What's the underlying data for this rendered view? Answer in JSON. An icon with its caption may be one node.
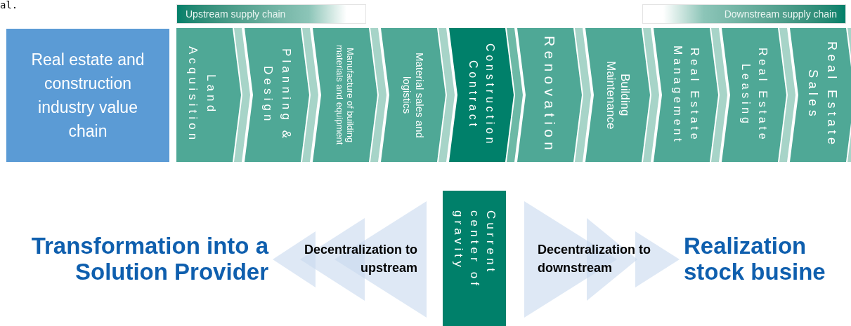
{
  "diagram": {
    "nodes": [
      {
        "text": [
          "Real estate and construction industry value chain"
        ]
      },
      {
        "text": [
          "Upstream supply chain"
        ]
      },
      {
        "text": [
          "Downstream supply chain"
        ]
      },
      {
        "text": [
          "Land Acquisition"
        ]
      },
      {
        "text": [
          "Planning & Design"
        ]
      },
      {
        "text": [
          "Manufacture of building materials and equipment"
        ]
      },
      {
        "text": [
          "Material sales and logistics"
        ]
      },
      {
        "text": [
          "Construction Contract"
        ]
      },
      {
        "text": [
          "Renovation"
        ]
      },
      {
        "text": [
          "Building Maintenance"
        ]
      },
      {
        "text": [
          "Real Estate Management"
        ]
      },
      {
        "text": [
          "Real Estate Leasing"
        ]
      },
      {
        "text": [
          "Real Estate Sales"
        ]
      },
      {
        "text": [
          "Current center of gravity"
        ]
      }
    ],
    "labels": [
      "al.",
      "Transformation into a Solution Provider",
      "Decentralization to upstream",
      "Decentralization to downstream",
      "Realization stock busine"
    ]
  }
}
